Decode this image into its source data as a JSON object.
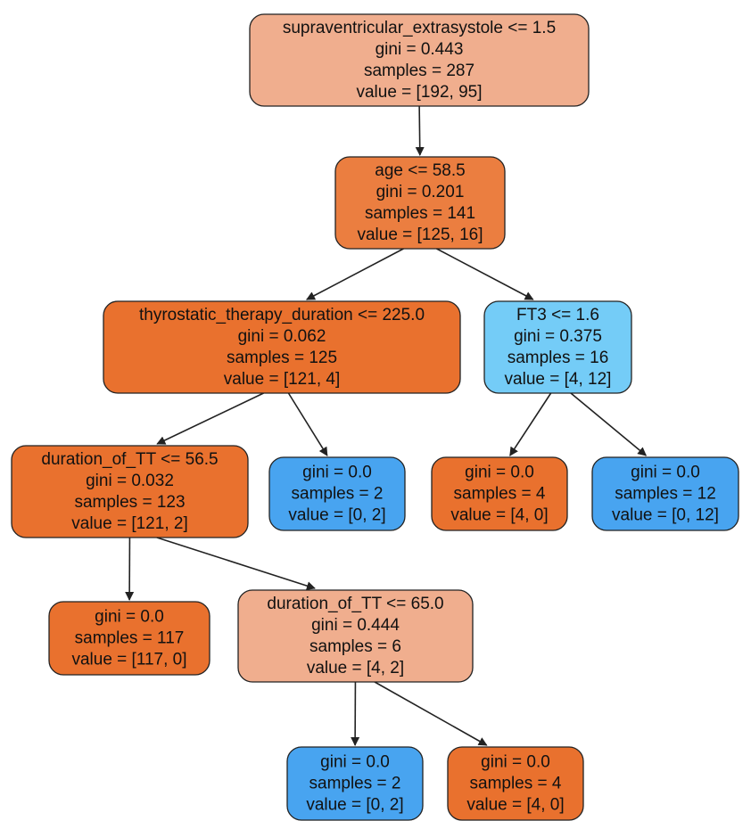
{
  "colors": {
    "orange_strong": "#E9712E",
    "orange_mid": "#EB7E40",
    "orange_light": "#F0AE8E",
    "blue_strong": "#48A4F0",
    "blue_light": "#74CCF7",
    "edge": "#222222"
  },
  "nodes": [
    {
      "id": "root",
      "lines": [
        "supraventricular_extrasystole <= 1.5",
        "gini = 0.443",
        "samples = 287",
        "value = [192, 95]"
      ],
      "color": "#F0AE8E"
    },
    {
      "id": "n1",
      "lines": [
        "age <= 58.5",
        "gini = 0.201",
        "samples = 141",
        "value = [125, 16]"
      ],
      "color": "#EB7E40"
    },
    {
      "id": "n2",
      "lines": [
        "thyrostatic_therapy_duration <= 225.0",
        "gini = 0.062",
        "samples = 125",
        "value = [121, 4]"
      ],
      "color": "#E9712E"
    },
    {
      "id": "n3",
      "lines": [
        "FT3 <= 1.6",
        "gini = 0.375",
        "samples = 16",
        "value = [4, 12]"
      ],
      "color": "#74CCF7"
    },
    {
      "id": "n4",
      "lines": [
        "duration_of_TT <= 56.5",
        "gini = 0.032",
        "samples = 123",
        "value = [121, 2]"
      ],
      "color": "#E9712E"
    },
    {
      "id": "n5",
      "lines": [
        "gini = 0.0",
        "samples = 2",
        "value = [0, 2]"
      ],
      "color": "#48A4F0"
    },
    {
      "id": "n6",
      "lines": [
        "gini = 0.0",
        "samples = 4",
        "value = [4, 0]"
      ],
      "color": "#E9712E"
    },
    {
      "id": "n7",
      "lines": [
        "gini = 0.0",
        "samples = 12",
        "value = [0, 12]"
      ],
      "color": "#48A4F0"
    },
    {
      "id": "n8",
      "lines": [
        "gini = 0.0",
        "samples = 117",
        "value = [117, 0]"
      ],
      "color": "#E9712E"
    },
    {
      "id": "n9",
      "lines": [
        "duration_of_TT <= 65.0",
        "gini = 0.444",
        "samples = 6",
        "value = [4, 2]"
      ],
      "color": "#F0AE8E"
    },
    {
      "id": "n10",
      "lines": [
        "gini = 0.0",
        "samples = 2",
        "value = [0, 2]"
      ],
      "color": "#48A4F0"
    },
    {
      "id": "n11",
      "lines": [
        "gini = 0.0",
        "samples = 4",
        "value = [4, 0]"
      ],
      "color": "#E9712E"
    }
  ],
  "edges": [
    {
      "from": "root",
      "to": "n1"
    },
    {
      "from": "n1",
      "to": "n2"
    },
    {
      "from": "n1",
      "to": "n3"
    },
    {
      "from": "n2",
      "to": "n4"
    },
    {
      "from": "n2",
      "to": "n5"
    },
    {
      "from": "n3",
      "to": "n6"
    },
    {
      "from": "n3",
      "to": "n7"
    },
    {
      "from": "n4",
      "to": "n8"
    },
    {
      "from": "n4",
      "to": "n9"
    },
    {
      "from": "n9",
      "to": "n10"
    },
    {
      "from": "n9",
      "to": "n11"
    }
  ]
}
